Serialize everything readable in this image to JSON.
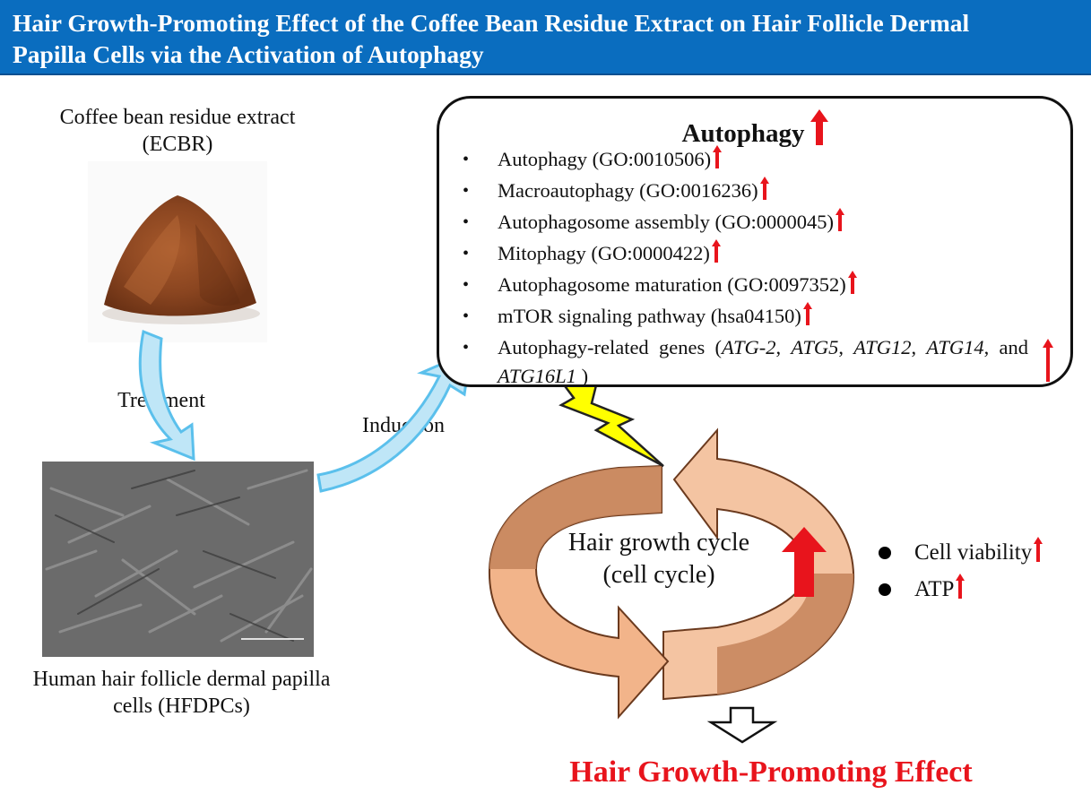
{
  "title": {
    "line1": "Hair Growth-Promoting Effect of the Coffee Bean Residue Extract on Hair Follicle Dermal",
    "line2": "Papilla Cells via the Activation of Autophagy"
  },
  "extract": {
    "name": "Coffee bean residue extract",
    "abbr": "(ECBR)"
  },
  "cells": {
    "name": "Human hair follicle dermal papilla",
    "abbr": "cells (HFDPCs)"
  },
  "arrows": {
    "treatment": "Treatment",
    "induction": "Induction"
  },
  "autophagy": {
    "title": "Autophagy",
    "items": [
      "Autophagy (GO:0010506)",
      "Macroautophagy (GO:0016236)",
      "Autophagosome assembly (GO:0000045)",
      "Mitophagy (GO:0000422)",
      "Autophagosome maturation (GO:0097352)",
      "mTOR signaling pathway (hsa04150)"
    ],
    "genes": {
      "prefix": "Autophagy-related genes (",
      "g1": "ATG-2",
      "sep1": ", ",
      "g2": "ATG5",
      "sep2": ", ",
      "g3": "ATG12",
      "sep3": ", ",
      "g4": "ATG14",
      "sep4": ", and ",
      "g5": "ATG16L1",
      "suffix": " )"
    }
  },
  "cycle": {
    "line1": "Hair growth cycle",
    "line2": "(cell cycle)"
  },
  "results": [
    "Cell viability",
    "ATP"
  ],
  "effect": "Hair Growth-Promoting Effect",
  "colors": {
    "banner": "#0a6dbf",
    "up_arrow": "#e8141c",
    "flow_arrow": "#5bc0ec",
    "cycle_dark": "#c4845a",
    "cycle_light": "#f2b48a",
    "lightning": "#ffff00",
    "effect_text": "#e8141c"
  }
}
